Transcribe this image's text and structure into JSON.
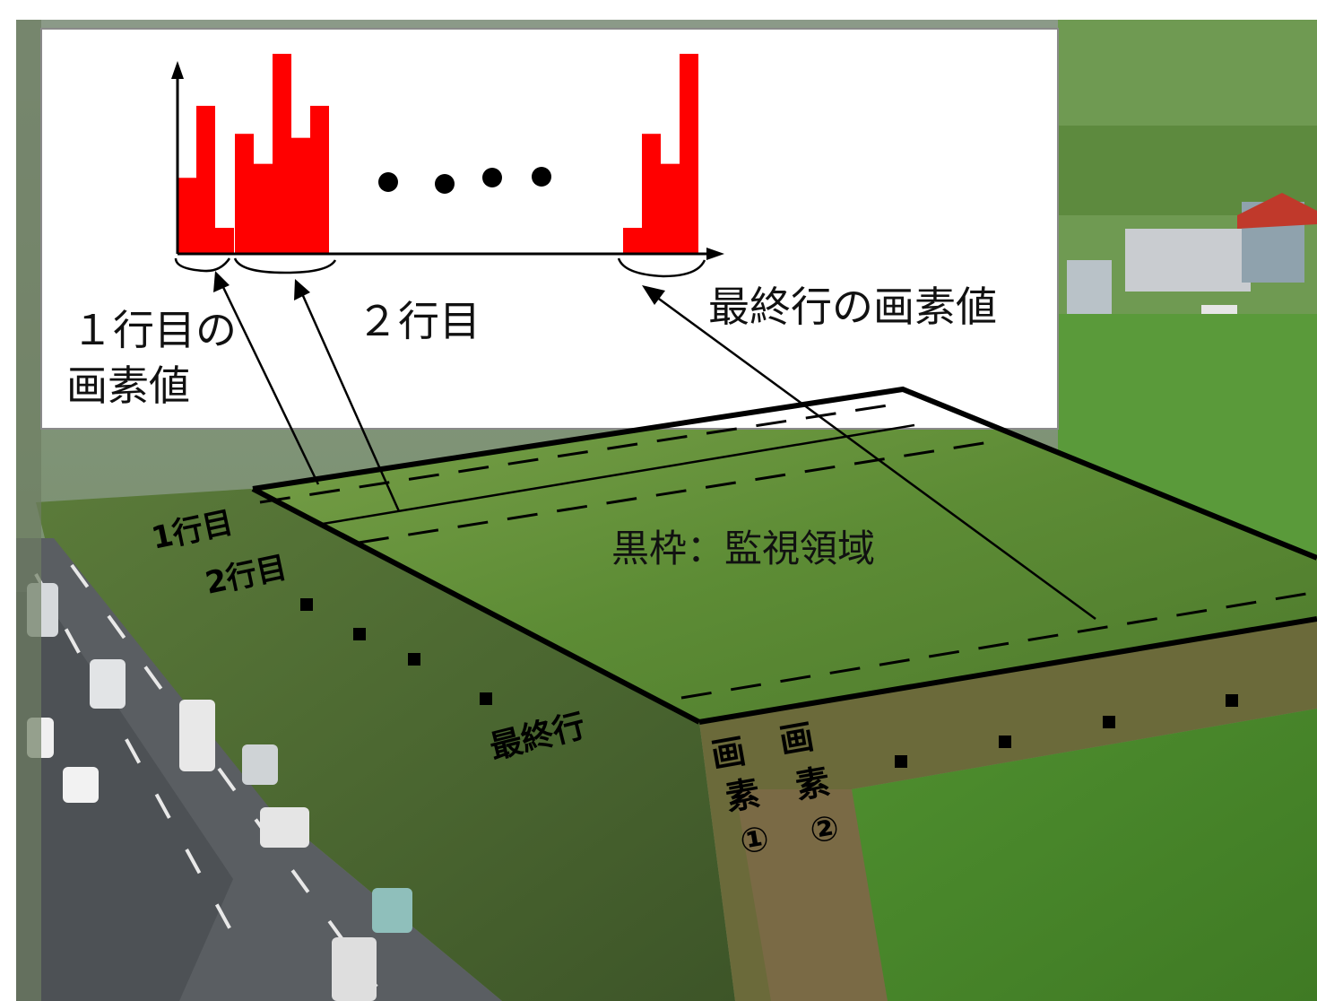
{
  "inset": {
    "row1_label_line1": "１行目の",
    "row1_label_line2": "画素値",
    "row2_label": "２行目",
    "last_row_label": "最終行の画素値"
  },
  "scene": {
    "region_label": "黒枠：監視領域",
    "row1_label": "1行目",
    "row2_label": "2行目",
    "last_row_label": "最終行",
    "pixel1_chars": [
      "画",
      "素",
      "①"
    ],
    "pixel2_chars": [
      "画",
      "素",
      "②"
    ]
  },
  "colors": {
    "bars": "#ff0000",
    "frame": "#000000",
    "field": "#5f8f35",
    "road": "#565a5e"
  },
  "histogram_groups": [
    {
      "name": "row1",
      "values": [
        0.38,
        0.74,
        0.13
      ]
    },
    {
      "name": "row2",
      "values": [
        0.6,
        0.45,
        1.0,
        0.58,
        0.74
      ]
    },
    {
      "name": "last",
      "values": [
        0.13,
        0.6,
        0.45,
        1.0
      ]
    }
  ]
}
